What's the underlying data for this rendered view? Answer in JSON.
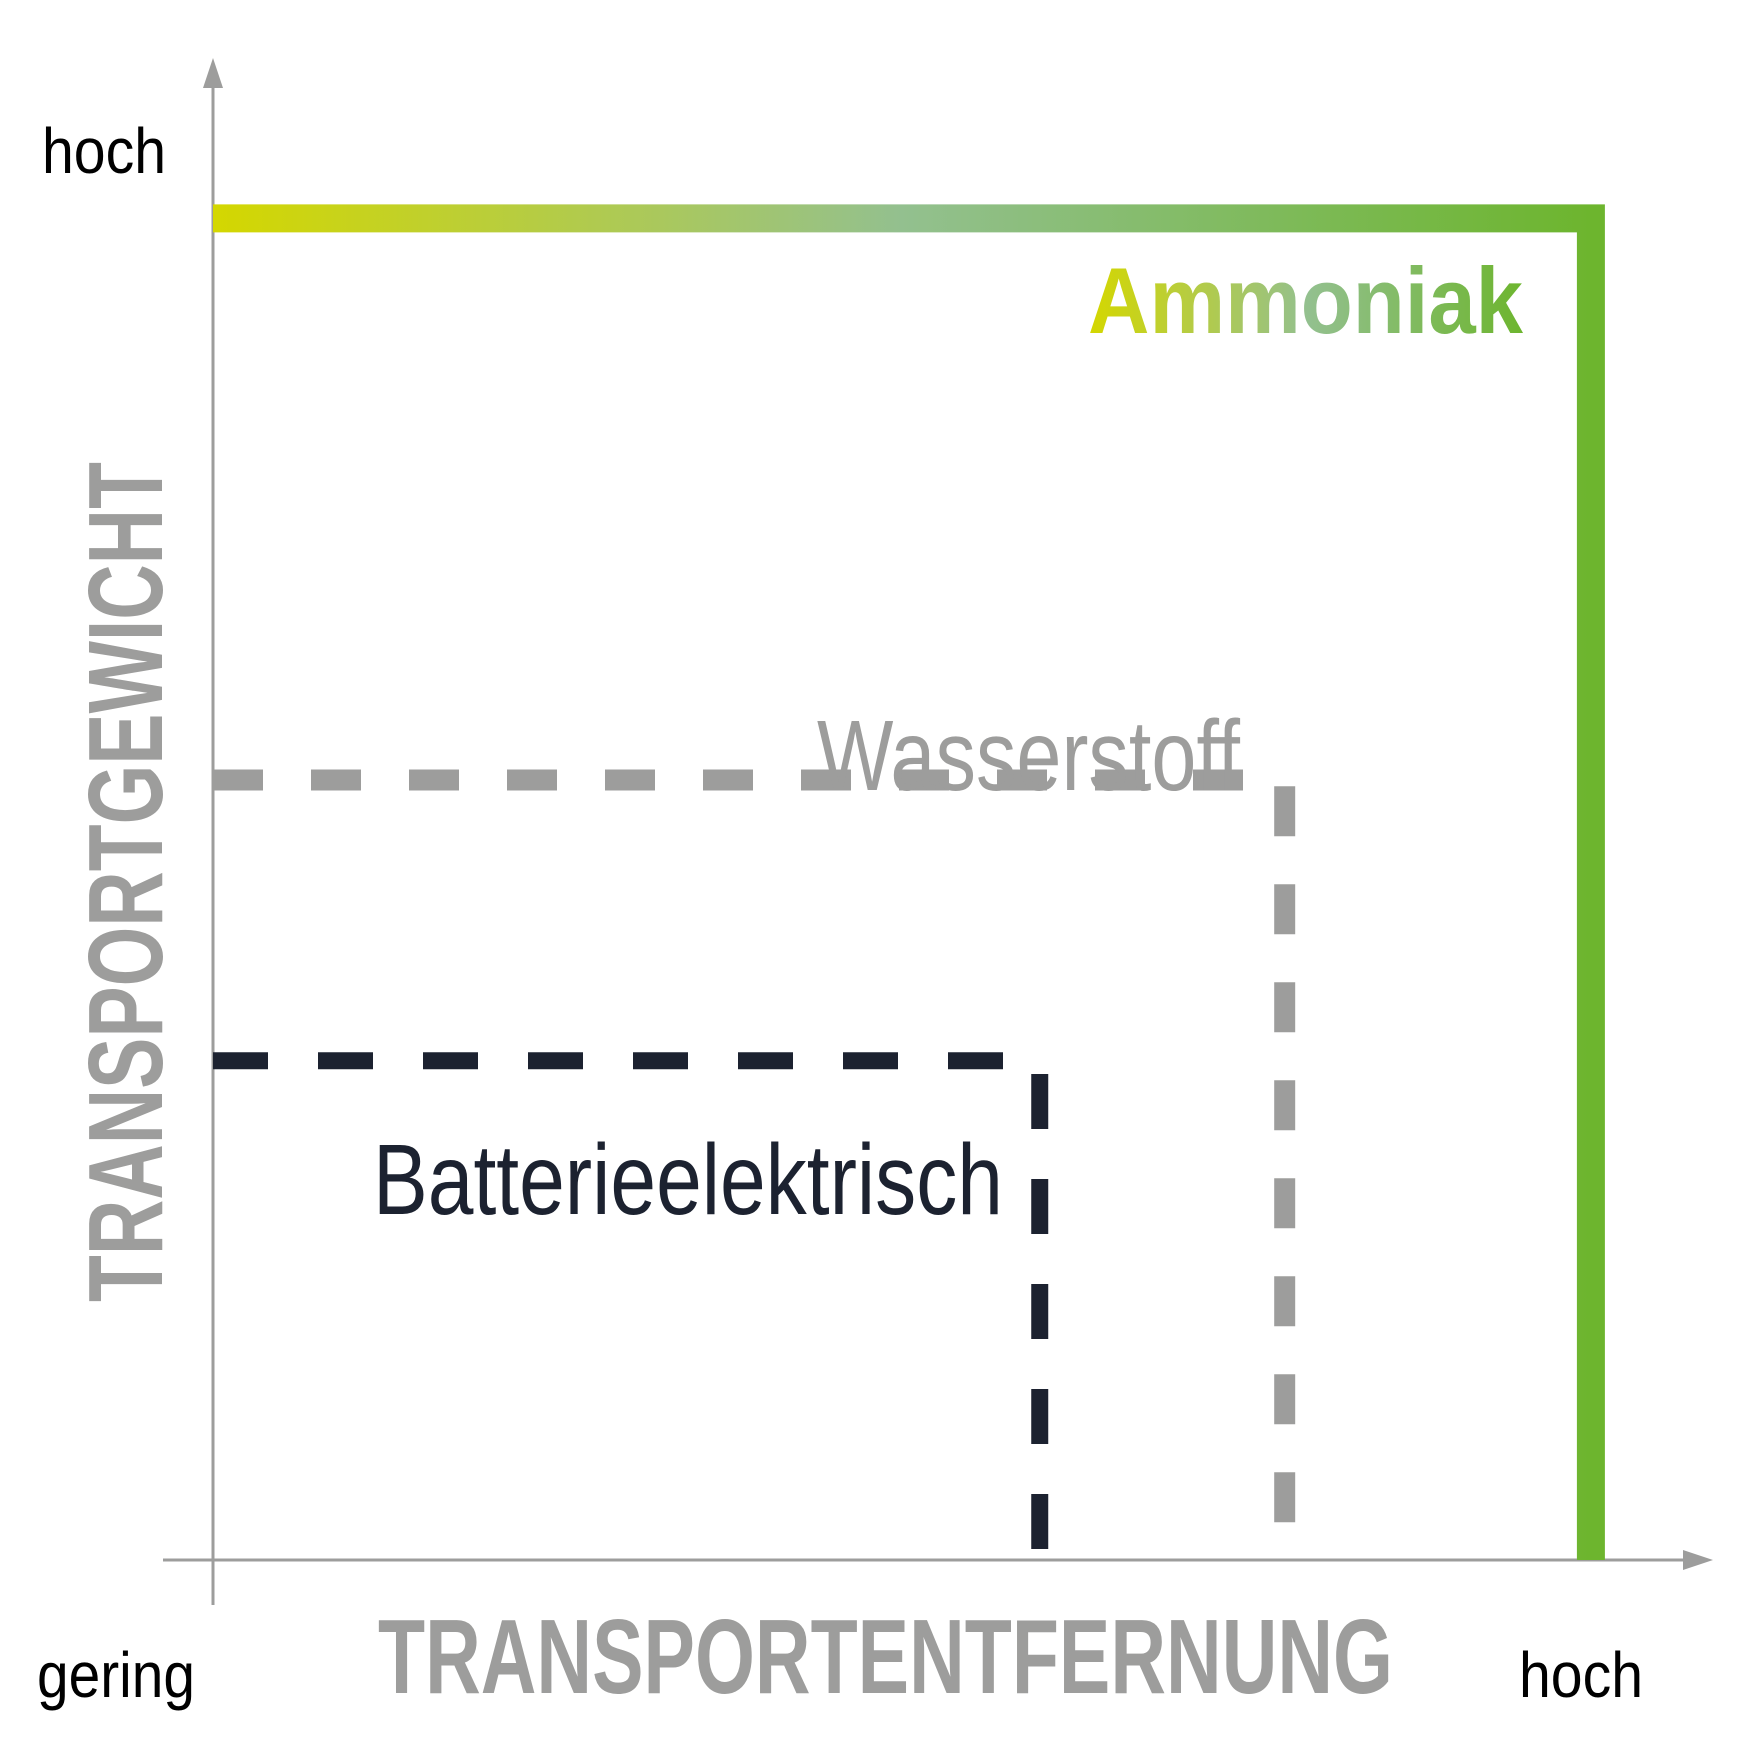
{
  "axes": {
    "y_title": "TRANSPORTGEWICHT",
    "x_title": "TRANSPORTENTFERNUNG",
    "y_high": "hoch",
    "x_high": "hoch",
    "origin_low": "gering",
    "color": "#9d9d9c"
  },
  "regions": [
    {
      "id": "ammoniak",
      "label": "Ammoniak",
      "range_x": 0.9,
      "range_y": 0.86,
      "style": "solid-gradient",
      "colors": [
        "#d4d700",
        "#93c08f",
        "#6db52e"
      ]
    },
    {
      "id": "wasserstoff",
      "label": "Wasserstoff",
      "range_x": 0.7,
      "range_y": 0.5,
      "style": "dashed",
      "color": "#9d9d9c"
    },
    {
      "id": "batterieelektrisch",
      "label": "Batterieelektrisch",
      "range_x": 0.54,
      "range_y": 0.32,
      "style": "dashed",
      "color": "#1c2230"
    }
  ]
}
